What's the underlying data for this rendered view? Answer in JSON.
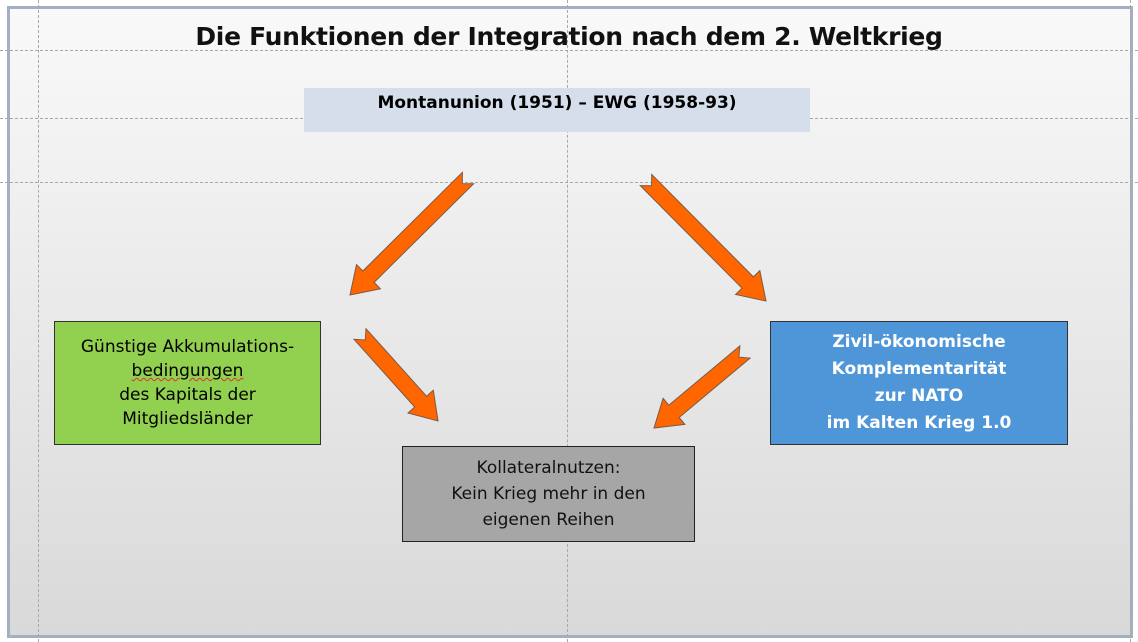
{
  "title": "Die Funktionen der Integration nach dem 2. Weltkrieg",
  "top_box": "Montanunion (1951) – EWG (1958-93)",
  "left_box": {
    "lines": [
      "Günstige Akkumulations-",
      "bedingungen",
      "des Kapitals der",
      "Mitgliedsländer"
    ]
  },
  "right_box": {
    "lines": [
      "Zivil-ökonomische",
      "Komplementarität",
      "zur NATO",
      "im Kalten Krieg 1.0"
    ]
  },
  "bottom_box": {
    "lines": [
      "Kollateralnutzen:",
      "Kein Krieg mehr in den",
      "eigenen Reihen"
    ]
  },
  "colors": {
    "arrow": "#ff6600",
    "green": "#92d050",
    "blue": "#4f96d8",
    "gray": "#a6a6a6",
    "top_box": "#d6deec"
  }
}
